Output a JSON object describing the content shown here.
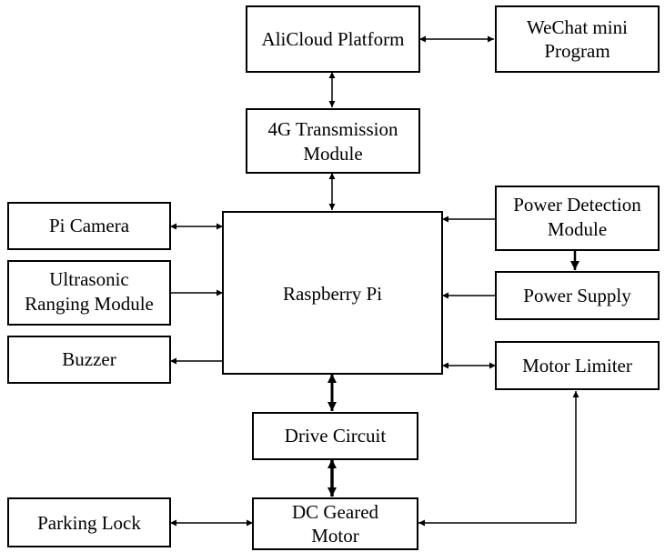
{
  "blocks": {
    "alicloud": [
      "AliCloud Platform"
    ],
    "wechat": [
      "WeChat mini",
      "Program"
    ],
    "transmission": [
      "4G Transmission",
      "Module"
    ],
    "camera": [
      "Pi Camera"
    ],
    "ultrasonic": [
      "Ultrasonic",
      "Ranging Module"
    ],
    "buzzer": [
      "Buzzer"
    ],
    "raspberry": [
      "Raspberry Pi"
    ],
    "power_detection": [
      "Power Detection",
      "Module"
    ],
    "power_supply": [
      "Power Supply"
    ],
    "motor_limiter": [
      "Motor Limiter"
    ],
    "drive_circuit": [
      "Drive Circuit"
    ],
    "dc_motor": [
      "DC Geared",
      "Motor"
    ],
    "parking_lock": [
      "Parking Lock"
    ]
  },
  "colors": {
    "stroke": "#000000",
    "fill": "#ffffff"
  }
}
